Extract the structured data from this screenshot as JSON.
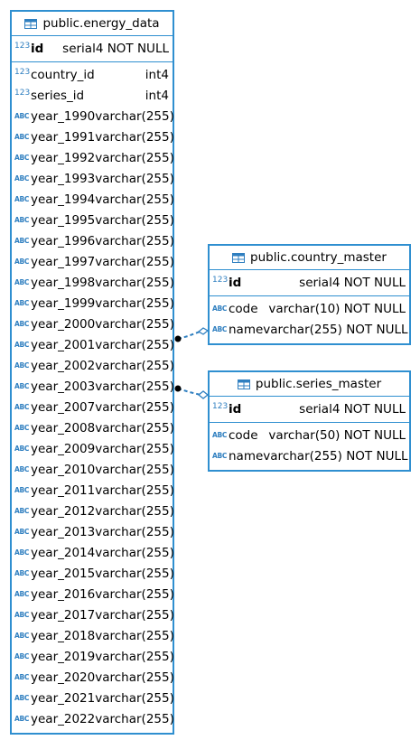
{
  "tables": {
    "energy_data": {
      "title": "public.energy_data",
      "pk": {
        "icon": "123",
        "name": "id",
        "type": "serial4 NOT NULL"
      },
      "columns": [
        {
          "icon": "123",
          "name": "country_id",
          "type": "int4"
        },
        {
          "icon": "123",
          "name": "series_id",
          "type": "int4"
        },
        {
          "icon": "ABC",
          "name": "year_1990",
          "type": "varchar(255)"
        },
        {
          "icon": "ABC",
          "name": "year_1991",
          "type": "varchar(255)"
        },
        {
          "icon": "ABC",
          "name": "year_1992",
          "type": "varchar(255)"
        },
        {
          "icon": "ABC",
          "name": "year_1993",
          "type": "varchar(255)"
        },
        {
          "icon": "ABC",
          "name": "year_1994",
          "type": "varchar(255)"
        },
        {
          "icon": "ABC",
          "name": "year_1995",
          "type": "varchar(255)"
        },
        {
          "icon": "ABC",
          "name": "year_1996",
          "type": "varchar(255)"
        },
        {
          "icon": "ABC",
          "name": "year_1997",
          "type": "varchar(255)"
        },
        {
          "icon": "ABC",
          "name": "year_1998",
          "type": "varchar(255)"
        },
        {
          "icon": "ABC",
          "name": "year_1999",
          "type": "varchar(255)"
        },
        {
          "icon": "ABC",
          "name": "year_2000",
          "type": "varchar(255)"
        },
        {
          "icon": "ABC",
          "name": "year_2001",
          "type": "varchar(255)"
        },
        {
          "icon": "ABC",
          "name": "year_2002",
          "type": "varchar(255)"
        },
        {
          "icon": "ABC",
          "name": "year_2003",
          "type": "varchar(255)"
        },
        {
          "icon": "ABC",
          "name": "year_2007",
          "type": "varchar(255)"
        },
        {
          "icon": "ABC",
          "name": "year_2008",
          "type": "varchar(255)"
        },
        {
          "icon": "ABC",
          "name": "year_2009",
          "type": "varchar(255)"
        },
        {
          "icon": "ABC",
          "name": "year_2010",
          "type": "varchar(255)"
        },
        {
          "icon": "ABC",
          "name": "year_2011",
          "type": "varchar(255)"
        },
        {
          "icon": "ABC",
          "name": "year_2012",
          "type": "varchar(255)"
        },
        {
          "icon": "ABC",
          "name": "year_2013",
          "type": "varchar(255)"
        },
        {
          "icon": "ABC",
          "name": "year_2014",
          "type": "varchar(255)"
        },
        {
          "icon": "ABC",
          "name": "year_2015",
          "type": "varchar(255)"
        },
        {
          "icon": "ABC",
          "name": "year_2016",
          "type": "varchar(255)"
        },
        {
          "icon": "ABC",
          "name": "year_2017",
          "type": "varchar(255)"
        },
        {
          "icon": "ABC",
          "name": "year_2018",
          "type": "varchar(255)"
        },
        {
          "icon": "ABC",
          "name": "year_2019",
          "type": "varchar(255)"
        },
        {
          "icon": "ABC",
          "name": "year_2020",
          "type": "varchar(255)"
        },
        {
          "icon": "ABC",
          "name": "year_2021",
          "type": "varchar(255)"
        },
        {
          "icon": "ABC",
          "name": "year_2022",
          "type": "varchar(255)"
        }
      ]
    },
    "country_master": {
      "title": "public.country_master",
      "pk": {
        "icon": "123",
        "name": "id",
        "type": "serial4 NOT NULL"
      },
      "columns": [
        {
          "icon": "ABC",
          "name": "code",
          "type": "varchar(10) NOT NULL"
        },
        {
          "icon": "ABC",
          "name": "name",
          "type": "varchar(255) NOT NULL"
        }
      ]
    },
    "series_master": {
      "title": "public.series_master",
      "pk": {
        "icon": "123",
        "name": "id",
        "type": "serial4 NOT NULL"
      },
      "columns": [
        {
          "icon": "ABC",
          "name": "code",
          "type": "varchar(50) NOT NULL"
        },
        {
          "icon": "ABC",
          "name": "name",
          "type": "varchar(255) NOT NULL"
        }
      ]
    }
  },
  "colors": {
    "accent": "#2f8fd0",
    "link": "#2f7fc0"
  }
}
